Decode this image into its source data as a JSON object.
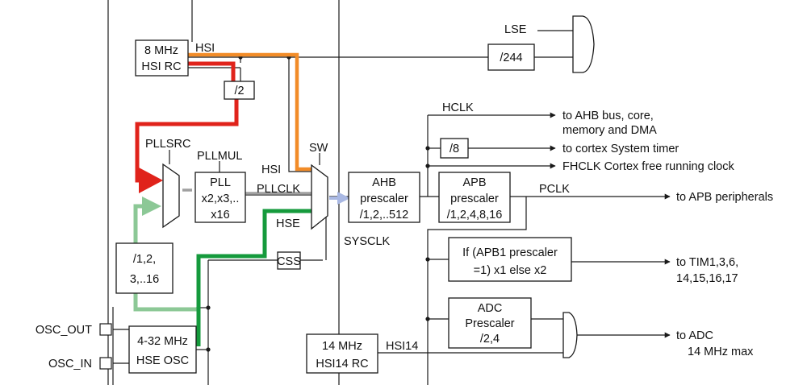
{
  "colors": {
    "hsi_path": "#f28c28",
    "hsi_div_path": "#e0231b",
    "hse_path": "#159a3c",
    "hse_pll_path": "#8cc896",
    "pllclk_path": "#a0a0a0",
    "sysclk_arrow": "#a9b8e3",
    "line": "#1a1a1a"
  },
  "blocks": {
    "hsi_rc": [
      "8 MHz",
      "HSI RC"
    ],
    "div2": "/2",
    "pll": [
      "PLL",
      "x2,x3,..",
      "x16"
    ],
    "prediv": [
      "/1,2,",
      "3,..16"
    ],
    "hse_osc": [
      "4-32 MHz",
      "HSE OSC"
    ],
    "css": "CSS",
    "ahb_prescaler": [
      "AHB",
      "prescaler",
      "/1,2,..512"
    ],
    "apb_prescaler": [
      "APB",
      "prescaler",
      "/1,2,4,8,16"
    ],
    "div8": "/8",
    "div244": "/244",
    "tim_mult": [
      "If (APB1 prescaler",
      "=1) x1 else x2"
    ],
    "adc_prescaler": [
      "ADC",
      "Prescaler",
      "/2,4"
    ],
    "hsi14_rc": [
      "14 MHz",
      "HSI14 RC"
    ]
  },
  "labels": {
    "hsi": "HSI",
    "lse": "LSE",
    "pllsrc": "PLLSRC",
    "pllmul": "PLLMUL",
    "sw": "SW",
    "hsi_sw": "HSI",
    "pllclk": "PLLCLK",
    "hse": "HSE",
    "sysclk": "SYSCLK",
    "hclk": "HCLK",
    "pclk": "PCLK",
    "hsi14": "HSI14",
    "osc_out": "OSC_OUT",
    "osc_in": "OSC_IN"
  },
  "outputs": {
    "ahb": [
      "to AHB bus, core,",
      "memory and DMA"
    ],
    "systick": "to cortex System timer",
    "fhclk": "FHCLK Cortex free running clock",
    "apb": "to APB peripherals",
    "tim": [
      "to TIM1,3,6,",
      "14,15,16,17"
    ],
    "adc": [
      "to ADC",
      "14 MHz max"
    ]
  }
}
